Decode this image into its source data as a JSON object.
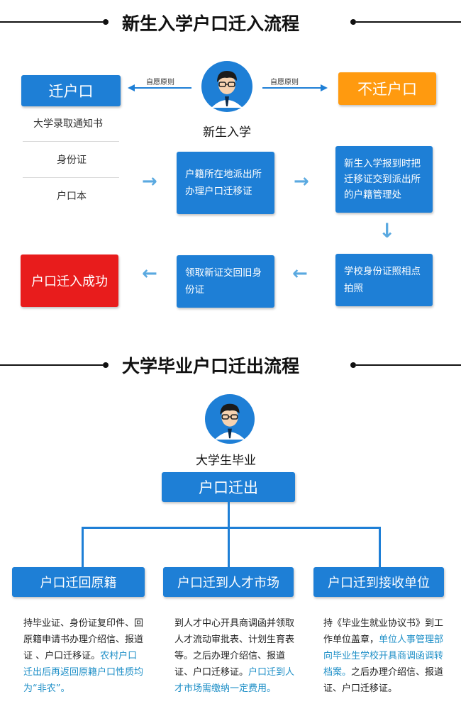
{
  "section1": {
    "title": "新生入学户口迁入流程",
    "avatar_caption": "新生入学",
    "left_hint": "自愿原则",
    "right_hint": "自愿原则",
    "move_button": "迁户口",
    "no_move_button": "不迁户口",
    "documents": [
      "大学录取通知书",
      "身份证",
      "户口本"
    ],
    "step_police": "户籍所在地派出所办理户口迁移证",
    "step_report": "新生入学报到时把迁移证交到派出所的户籍管理处",
    "step_photo": "学校身份证照相点拍照",
    "step_collect": "领取新证交回旧身份证",
    "success": "户口迁入成功"
  },
  "section2": {
    "title": "大学毕业户口迁出流程",
    "avatar_caption": "大学生毕业",
    "root": "户口迁出",
    "branches": [
      {
        "label": "户口迁回原籍",
        "text": "持毕业证、身份证复印件、回原籍申请书办理介绍信、报道证 、户口迁移证。",
        "highlight": "农村户口迁出后再返回原籍户口性质均为“非农”。"
      },
      {
        "label": "户口迁到人才市场",
        "text": "到人才中心开具商调函并领取人才流动审批表、计划生育表等。之后办理介绍信、报道证、户口迁移证。",
        "highlight": "户口迁到人才市场需缴纳一定费用。"
      },
      {
        "label": "户口迁到接收单位",
        "text_a": "持《毕业生就业协议书》到工作单位盖章，",
        "highlight": "单位人事管理部向毕业生学校开具商调函调转档案。",
        "text_b": "之后办理介绍信、报道证、户口迁移证。"
      }
    ]
  },
  "colors": {
    "blue": "#1e7fd6",
    "orange": "#ff9a0f",
    "red": "#e81c1c",
    "arrow": "#5aa9e0",
    "highlight": "#1e8fc7"
  },
  "icons": {
    "avatar": "student-avatar-icon",
    "arrow": "arrow-icon"
  }
}
